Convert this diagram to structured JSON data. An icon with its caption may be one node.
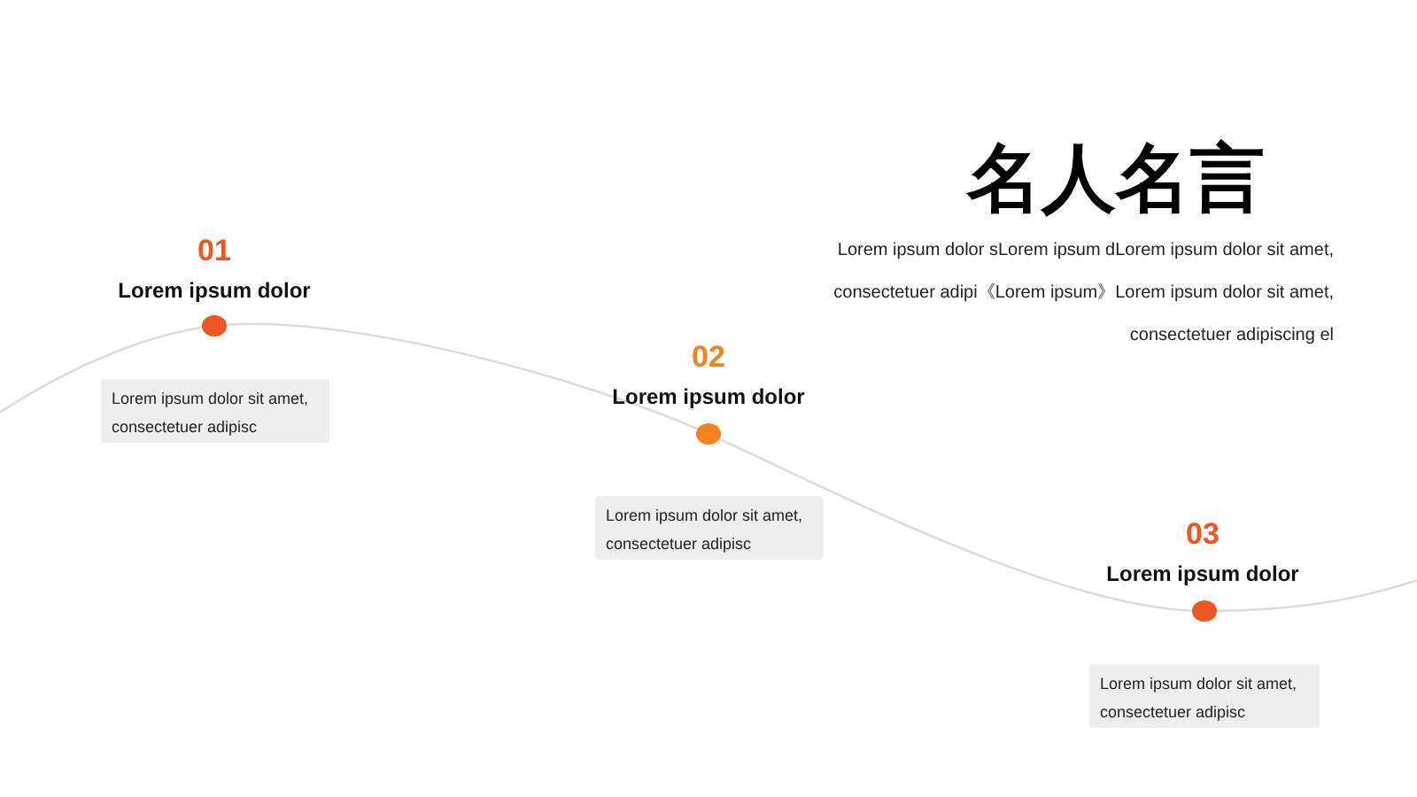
{
  "diagram": {
    "title": "名人名言",
    "nodes": [
      {
        "text": [
          "Lorem ipsum dolor sit amet, consectetuer adipisc"
        ],
        "beside": [
          "01",
          "Lorem ipsum dolor"
        ]
      },
      {
        "text": [
          "Lorem ipsum dolor sit amet, consectetuer adipisc"
        ],
        "beside": [
          "02",
          "Lorem ipsum dolor"
        ]
      },
      {
        "text": [
          "Lorem ipsum dolor sit amet, consectetuer adipisc"
        ],
        "beside": [
          "03",
          "Lorem ipsum dolor"
        ]
      }
    ],
    "labels": [
      "Lorem ipsum dolor sLorem ipsum dLorem ipsum dolor sit amet, consectetuer adipi《Lorem ipsum》Lorem ipsum dolor sit amet, consectetuer adipiscing el"
    ]
  }
}
